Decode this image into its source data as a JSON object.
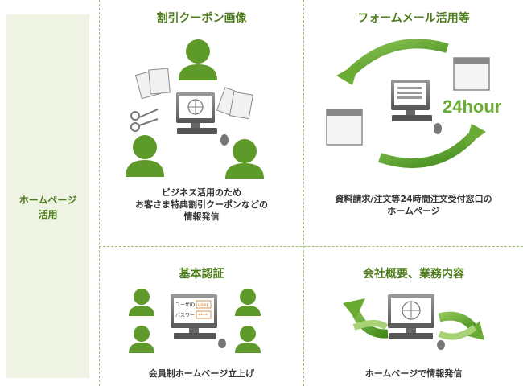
{
  "sidebar": {
    "label_line1": "ホームページ",
    "label_line2": "活用"
  },
  "panels": {
    "coupon": {
      "title": "割引クーポン画像",
      "desc_line1": "ビジネス活用のため",
      "desc_line2": "お客さま特典割引クーポンなどの",
      "desc_line3": "情報発信"
    },
    "form": {
      "title": "フォームメール活用等",
      "badge": "24hour",
      "desc_line1": "資料請求/注文等24時間注文受付窓口の",
      "desc_line2": "ホームページ"
    },
    "auth": {
      "title": "基本認証",
      "user_label": "ユーザID",
      "user_value": "user",
      "pass_label": "パスワード",
      "pass_value": "****",
      "desc": "会員制ホームページ立上げ"
    },
    "company": {
      "title": "会社概要、業務内容",
      "desc": "ホームページで情報発信"
    }
  },
  "colors": {
    "accent": "#4e7d1c",
    "person": "#5e9a2a",
    "arrow": "#6aab34",
    "sidebar_bg": "#eef3e4"
  }
}
